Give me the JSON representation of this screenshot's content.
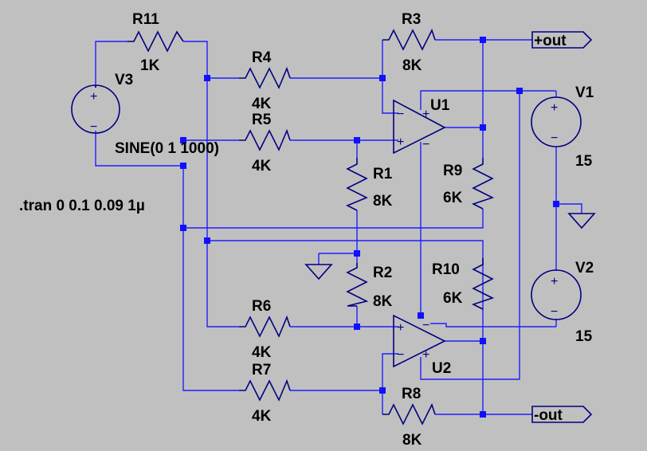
{
  "schematic": {
    "directive": ".tran 0 0.1 0.09 1µ",
    "components": {
      "R11": {
        "name": "R11",
        "value": "1K"
      },
      "R3": {
        "name": "R3",
        "value": "8K"
      },
      "R4": {
        "name": "R4",
        "value": "4K"
      },
      "R5": {
        "name": "R5",
        "value": "4K"
      },
      "R1": {
        "name": "R1",
        "value": "8K"
      },
      "R9": {
        "name": "R9",
        "value": "6K"
      },
      "R2": {
        "name": "R2",
        "value": "8K"
      },
      "R10": {
        "name": "R10",
        "value": "6K"
      },
      "R6": {
        "name": "R6",
        "value": "4K"
      },
      "R7": {
        "name": "R7",
        "value": "4K"
      },
      "R8": {
        "name": "R8",
        "value": "8K"
      },
      "V1": {
        "name": "V1",
        "value": "15"
      },
      "V2": {
        "name": "V2",
        "value": "15"
      },
      "V3": {
        "name": "V3",
        "value": "SINE(0 1 1000)"
      },
      "U1": {
        "name": "U1"
      },
      "U2": {
        "name": "U2"
      }
    },
    "ports": {
      "plus_out": "+out",
      "minus_out": "-out"
    },
    "pin_signs": {
      "plus": "+",
      "minus": "−"
    },
    "colors": {
      "background": "#c0c0c0",
      "wire": "#1f1fff",
      "component": "#000080",
      "junction": "#1010ff"
    }
  }
}
